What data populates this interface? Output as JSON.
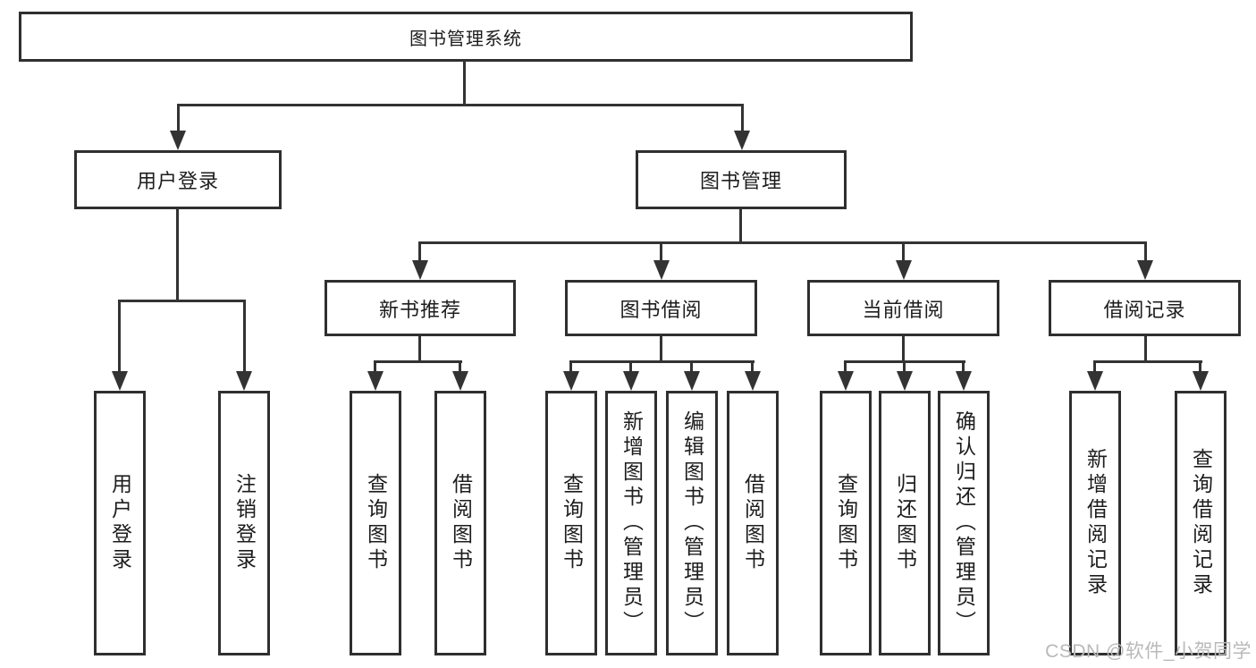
{
  "nodes": {
    "root": {
      "label": "图书管理系统"
    },
    "level2": [
      {
        "label": "用户登录"
      },
      {
        "label": "图书管理"
      }
    ],
    "level3": [
      {
        "label": "新书推荐"
      },
      {
        "label": "图书借阅"
      },
      {
        "label": "当前借阅"
      },
      {
        "label": "借阅记录"
      }
    ],
    "leaves": [
      {
        "label": "用户登录"
      },
      {
        "label": "注销登录"
      },
      {
        "label": "查询图书"
      },
      {
        "label": "借阅图书"
      },
      {
        "label": "查询图书"
      },
      {
        "label": "新增图书（管理员）"
      },
      {
        "label": "编辑图书（管理员）"
      },
      {
        "label": "借阅图书"
      },
      {
        "label": "查询图书"
      },
      {
        "label": "归还图书"
      },
      {
        "label": "确认归还（管理员）"
      },
      {
        "label": "新增借阅记录"
      },
      {
        "label": "查询借阅记录"
      }
    ]
  },
  "watermark": {
    "text": "CSDN @软件_小贺同学"
  },
  "colors": {
    "box_border": "#2f2f2f",
    "line": "#333333",
    "text": "#1d1d1d",
    "background": "#ffffff",
    "watermark": "#b9b9b9"
  }
}
